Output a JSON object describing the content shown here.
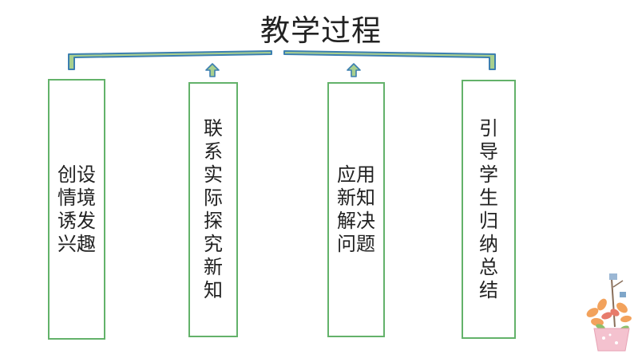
{
  "title": "教学过程",
  "boxes": [
    {
      "text": "创设情境诱发兴趣"
    },
    {
      "text": "联系实际探究新知"
    },
    {
      "text": "应用新知解决问题"
    },
    {
      "text": "引导学生归纳总结"
    }
  ],
  "colors": {
    "bracket_outer": "#3c7fb0",
    "bracket_inner": "#a9d08e",
    "box_border": "#63b26a",
    "text": "#222222"
  },
  "icons": [
    "up-arrow-icon",
    "potted-plant-decoration"
  ]
}
